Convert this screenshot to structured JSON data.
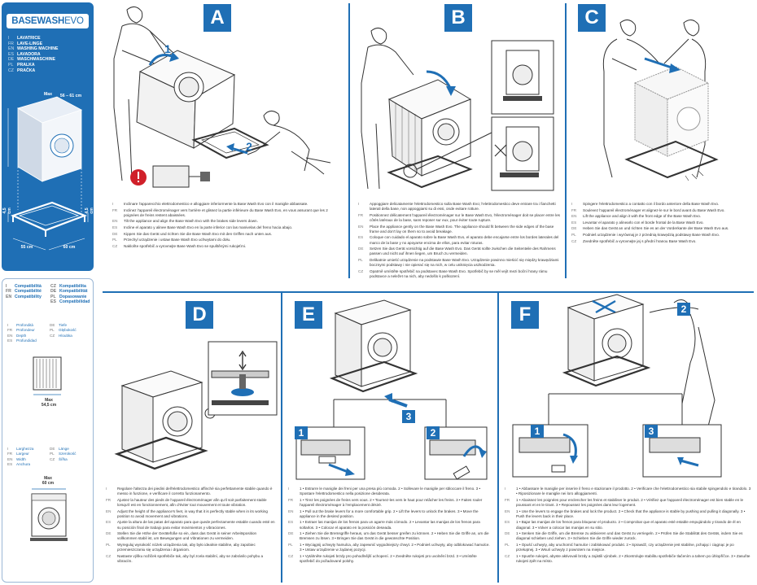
{
  "brand": {
    "name": "BASEWASH",
    "suffix": "EVO"
  },
  "languages": [
    {
      "code": "I",
      "label": "LAVATRICE"
    },
    {
      "code": "FR",
      "label": "LAVE-LINGE"
    },
    {
      "code": "EN",
      "label": "WASHING MACHINE"
    },
    {
      "code": "ES",
      "label": "LAVADORA"
    },
    {
      "code": "DE",
      "label": "WASCHMASCHINE"
    },
    {
      "code": "PL",
      "label": "PRALKA"
    },
    {
      "code": "CZ",
      "label": "PRAČKA"
    }
  ],
  "side_dims": {
    "max_top": "Max",
    "top_range": "56 – 61 cm",
    "h1": "4,5 cm",
    "h2": "4,5 cm",
    "w1": "55 cm",
    "w2": "60 cm"
  },
  "compat": [
    {
      "code": "I",
      "label": "Compatibilità"
    },
    {
      "code": "FR",
      "label": "Compatibilité"
    },
    {
      "code": "EN",
      "label": "Compatibility"
    },
    {
      "code": "CZ",
      "label": "Kompatibilita"
    },
    {
      "code": "DE",
      "label": "Kompatibilität"
    },
    {
      "code": "PL",
      "label": "Dopasowanie"
    },
    {
      "code": "ES",
      "label": "Compatibilidad"
    }
  ],
  "depth": [
    {
      "code": "I",
      "label": "Profondità"
    },
    {
      "code": "FR",
      "label": "Profondeur"
    },
    {
      "code": "EN",
      "label": "Depth"
    },
    {
      "code": "ES",
      "label": "Profundidad"
    },
    {
      "code": "DE",
      "label": "Tiefe"
    },
    {
      "code": "PL",
      "label": "Głębokość"
    },
    {
      "code": "CZ",
      "label": "Hloubka"
    }
  ],
  "depth_dim": {
    "max": "Max",
    "value": "54,5 cm"
  },
  "width": [
    {
      "code": "I",
      "label": "Larghezza"
    },
    {
      "code": "FR",
      "label": "Largeur"
    },
    {
      "code": "EN",
      "label": "Width"
    },
    {
      "code": "ES",
      "label": "Anchura"
    },
    {
      "code": "DE",
      "label": "Länge"
    },
    {
      "code": "PL",
      "label": "Szerokość"
    },
    {
      "code": "CZ",
      "label": "Šířka"
    }
  ],
  "width_dim": {
    "max": "Max",
    "value": "60 cm"
  },
  "steps": {
    "A": {
      "label": "A",
      "nums": [
        "1",
        "2"
      ],
      "lines": [
        {
          "c": "I",
          "t": "Inclinare l'apparecchio elettrodomestico e alloggiare inferiormente la Base Wash Evo con il maniglie abbassate."
        },
        {
          "c": "FR",
          "t": "Inclinez l'appareil électroménager vers l'arrière et glissez la partie inférieure du Base Wash Evo, en vous assurant que les 2 poignées de freins restent abaissées."
        },
        {
          "c": "EN",
          "t": "Tilt the appliance and align the Base Wash Evo with the brakes side levers down."
        },
        {
          "c": "ES",
          "t": "Incline el aparato y alinee Base Wash Evo en la parte inferior con las manivelas del freno hacia abajo."
        },
        {
          "c": "DE",
          "t": "Kippen Sie das Gerät und richten Sie die Base Wash Evo mit den Griffen nach unten aus."
        },
        {
          "c": "PL",
          "t": "Przechyl urządzenie i ustaw Base Wash Evo uchwytami do dołu."
        },
        {
          "c": "CZ",
          "t": "Nakloňte spotřebič a vyrovnejte Base Wash Evo se spuštěnými rukojeťmi."
        }
      ]
    },
    "B": {
      "label": "B",
      "lines": [
        {
          "c": "I",
          "t": "Appoggiare delicatamente l'elettrodomestico sulla Base Wash Evo; l'elettrodomestico deve entrare tra i fianchetti laterali della base, non appoggiarsi su di essi, onde evitare rotture."
        },
        {
          "c": "FR",
          "t": "Positionnez délicatement l'appareil électroménager sur le Base Wash Evo, l'électroménager doit se placer entre les côtés latéraux de la base, sans reposer sur eux, pour éviter toute rupture."
        },
        {
          "c": "EN",
          "t": "Place the appliance gently on the Base Wash Evo. The appliance should fit between the side edges of the base frame and don't lay on them so to avoid breakage."
        },
        {
          "c": "ES",
          "t": "Coloque con cuidado el aparato sobre la Base Wash Evo, el aparato debe encajarse entre los bordes laterales del marco de la base y no apoyarse encima de ellos, para evitar roturas."
        },
        {
          "c": "DE",
          "t": "Setzen Sie das Gerät vorsichtig auf die Base Wash Evo. Das Gerät sollte zwischen die Seitenteile des Rahmens passen und nicht auf ihnen liegen, um Bruch zu vermeiden."
        },
        {
          "c": "PL",
          "t": "Delikatnie umieść urządzenie na podstawie Base Wash Evo. Urządzenie powinno mieścić się między krawędziami bocznymi podstawy i nie opierać się na nich, w celu uniknięcia uszkodzenia."
        },
        {
          "c": "CZ",
          "t": "Opatrně umístěte spotřebič na podstavec Base Wash Evo. Spotřebič by se měl vejít mezi boční hrany rámu podstavce a neležet na nich, aby nedošlo k poškození."
        }
      ]
    },
    "C": {
      "label": "C",
      "lines": [
        {
          "c": "I",
          "t": "Spingere l'elettrodomestico a contatto con il bordo anteriore della Base Wash Evo."
        },
        {
          "c": "FR",
          "t": "Soulevez l'appareil électroménager et alignez-le sur le bord avant du Base Wash Evo."
        },
        {
          "c": "EN",
          "t": "Lift the appliance and align it with the front edge of the Base Wash Evo."
        },
        {
          "c": "ES",
          "t": "Levantar el aparato y alinearlo con el borde frontal de la Base Wash Evo."
        },
        {
          "c": "DE",
          "t": "Heben Sie das Gerät an und richten Sie es an der Vorderkante der Base Wash Evo aus."
        },
        {
          "c": "PL",
          "t": "Podnieś urządzenie i wyrównaj je z przednią krawędzią podstawy Base Wash Evo."
        },
        {
          "c": "CZ",
          "t": "Zvedněte spotřebič a vyrovnejte jej s přední hranou Base Wash Evo."
        }
      ]
    },
    "D": {
      "label": "D",
      "lines": [
        {
          "c": "I",
          "t": "Regolare l'altezza dei piedini dell'elettrodomestico affinché sia perfettamente stabile quando è messo in funzione, e verificare il corretto funzionamento."
        },
        {
          "c": "FR",
          "t": "Ajustez la hauteur des pieds de l'appareil électroménager afin qu'il soit parfaitement stable lorsqu'il est en fonctionnement, afin d'éviter tout mouvement et toute vibration."
        },
        {
          "c": "EN",
          "t": "Adjust the height of the appliance's feet, in way that it is perfectly stable when in its working position to avoid movement and vibrations."
        },
        {
          "c": "ES",
          "t": "Ajuste la altura de las patas del aparato para que quede perfectamente estable cuando esté en su posición final de trabajo para evitar movimientos y vibraciones."
        },
        {
          "c": "DE",
          "t": "Stellen Sie die Höhe der Gerätefüße so ein, dass das Gerät in seiner Arbeitsposition vollkommen stabil ist, um Bewegungen und Vibrationen zu vermeiden."
        },
        {
          "c": "PL",
          "t": "Wyreguluj wysokość nóżek urządzenia tak, aby było idealnie stabilne, aby zapobiec przemieszczaniu się urządzenia i drganiom."
        },
        {
          "c": "CZ",
          "t": "Nastavte výšku nožiček spotřebiče tak, aby byl zcela stabilní, aby se zabránilo pohybu a vibracím."
        }
      ]
    },
    "E": {
      "label": "E",
      "nums": [
        "1",
        "2",
        "3"
      ],
      "lines": [
        {
          "c": "I",
          "t": "1 • Estrarre le maniglie dei freni per una presa più comoda. 2 • Sollevare le maniglie per sbloccare il freno. 3 • Spostare l'elettrodomestico nella posizione desiderata."
        },
        {
          "c": "FR",
          "t": "1 • Tirez les poignées de freins vers vous. 2 • Tournez-les vers le haut pour relâcher les freins. 3 • Faites rouler l'appareil électroménager à l'emplacement désiré."
        },
        {
          "c": "EN",
          "t": "1 • Pull out the brake levers for a more comfortable grip. 2 • Lift the levers to unlock the brakes. 3 • Move the appliance in the desired position."
        },
        {
          "c": "ES",
          "t": "1 • Extraer las manijas de los frenos para un agarre más cómodo. 2 • Levantar las manijas de los frenos para soltarlos. 3 • Colocar el aparato en la posición deseada."
        },
        {
          "c": "DE",
          "t": "1 • Ziehen Sie die Bremsgriffe heraus, um das Gerät besser greifen zu können. 2 • Heben Sie die Griffe an, um die Bremsen zu lösen. 3 • Bringen Sie das Gerät in die gewünschte Position."
        },
        {
          "c": "PL",
          "t": "1 • Wyciągnij uchwyty hamulca, aby zapewnić wygodniejszy chwyt. 2 • Podnieś uchwyty, aby odblokować hamulce. 3 • Ustaw urządzenie w żądanej pozycji."
        },
        {
          "c": "CZ",
          "t": "1 • Vytáhněte rukojeti brzdy pro pohodlnější uchopení. 2 • Zvedněte rukojeti pro uvolnění brzd. 3 • Umístěte spotřebič do požadované polohy."
        }
      ]
    },
    "F": {
      "label": "F",
      "nums": [
        "1",
        "2",
        "3"
      ],
      "lines": [
        {
          "c": "I",
          "t": "1 • Abbassare le maniglie per inserire il freno e stazionare il prodotto. 2 • Verificare che l'elettrodomestico sia stabile spingendolo e tirandolo. 3 • Riposizionare le maniglie nei loro alloggiamenti."
        },
        {
          "c": "FR",
          "t": "1 • Abaissez les poignées pour enclencher les freins et stabiliser le produit. 2 • Vérifiez que l'appareil électroménager est bien stable en le poussant et en le tirant. 3 • Repoussez les poignées dans leur logement."
        },
        {
          "c": "EN",
          "t": "1 • Use the levers to engage the brakes and lock the product. 2 • Check that the appliance is stable by pushing and pulling it diagonally. 3 • Push the levers back in their place."
        },
        {
          "c": "ES",
          "t": "1 • Bajar las manijas de los frenos para bloquear el producto. 2 • Comprobar que el aparato esté estable empujándolo y tirando de él en diagonal. 3 • Volver a colocar las manijas en su sitio."
        },
        {
          "c": "DE",
          "t": "1 • Senken Sie die Griffe, um die Bremse zu aktivieren und das Gerät zu verriegeln. 2 • Prüfen Sie die Stabilität des Geräts, indem Sie es diagonal schieben und ziehen. 3 • Schieben Sie die Griffe wieder zurück."
        },
        {
          "c": "PL",
          "t": "1 • Opuść uchwyty, aby uruchomić hamulce i zablokować produkt. 2 • Sprawdź, czy urządzenie jest stabilne, pchając i ciągnąc je po przekątnej. 3 • Wsuń uchwyty z powrotem na miejsce."
        },
        {
          "c": "CZ",
          "t": "1 • Spusťte rukojeti, abyste aktivovali brzdy a zajistili výrobek. 2 • Zkontrolujte stabilitu spotřebiče tlačením a tahem po úhlopříčce. 3 • Zasuňte rukojeti zpět na místo."
        }
      ]
    }
  },
  "colors": {
    "accent": "#1f6fb5",
    "warning": "#d0202a"
  }
}
